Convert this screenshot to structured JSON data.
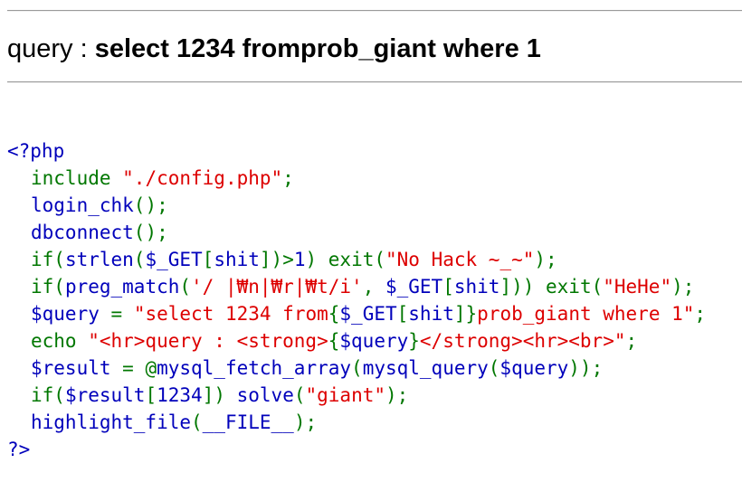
{
  "query_label": "query : ",
  "query_value": "select 1234 fromprob_giant where 1",
  "code_lines": [
    {
      "indent": false,
      "tokens": [
        {
          "t": "<?php",
          "c": "def"
        }
      ]
    },
    {
      "indent": true,
      "tokens": [
        {
          "t": "include ",
          "c": "kw"
        },
        {
          "t": "\"./config.php\"",
          "c": "str"
        },
        {
          "t": ";",
          "c": "kw"
        }
      ]
    },
    {
      "indent": true,
      "tokens": [
        {
          "t": "login_chk",
          "c": "def"
        },
        {
          "t": "();",
          "c": "kw"
        }
      ]
    },
    {
      "indent": true,
      "tokens": [
        {
          "t": "dbconnect",
          "c": "def"
        },
        {
          "t": "();",
          "c": "kw"
        }
      ]
    },
    {
      "indent": true,
      "tokens": [
        {
          "t": "if(",
          "c": "kw"
        },
        {
          "t": "strlen",
          "c": "def"
        },
        {
          "t": "(",
          "c": "kw"
        },
        {
          "t": "$_GET",
          "c": "def"
        },
        {
          "t": "[",
          "c": "kw"
        },
        {
          "t": "shit",
          "c": "def"
        },
        {
          "t": "])>",
          "c": "kw"
        },
        {
          "t": "1",
          "c": "def"
        },
        {
          "t": ") exit(",
          "c": "kw"
        },
        {
          "t": "\"No Hack ~_~\"",
          "c": "str"
        },
        {
          "t": ");",
          "c": "kw"
        }
      ]
    },
    {
      "indent": true,
      "tokens": [
        {
          "t": "if(",
          "c": "kw"
        },
        {
          "t": "preg_match",
          "c": "def"
        },
        {
          "t": "(",
          "c": "kw"
        },
        {
          "t": "'/ |₩n|₩r|₩t/i'",
          "c": "str"
        },
        {
          "t": ", ",
          "c": "kw"
        },
        {
          "t": "$_GET",
          "c": "def"
        },
        {
          "t": "[",
          "c": "kw"
        },
        {
          "t": "shit",
          "c": "def"
        },
        {
          "t": "])) exit(",
          "c": "kw"
        },
        {
          "t": "\"HeHe\"",
          "c": "str"
        },
        {
          "t": ");",
          "c": "kw"
        }
      ]
    },
    {
      "indent": true,
      "tokens": [
        {
          "t": "$query ",
          "c": "def"
        },
        {
          "t": "= ",
          "c": "kw"
        },
        {
          "t": "\"select 1234 from",
          "c": "str"
        },
        {
          "t": "{",
          "c": "kw"
        },
        {
          "t": "$_GET",
          "c": "def"
        },
        {
          "t": "[",
          "c": "kw"
        },
        {
          "t": "shit",
          "c": "def"
        },
        {
          "t": "]",
          "c": "kw"
        },
        {
          "t": "}",
          "c": "kw"
        },
        {
          "t": "prob_giant where 1\"",
          "c": "str"
        },
        {
          "t": ";",
          "c": "kw"
        }
      ]
    },
    {
      "indent": true,
      "tokens": [
        {
          "t": "echo ",
          "c": "kw"
        },
        {
          "t": "\"<hr>query : <strong>",
          "c": "str"
        },
        {
          "t": "{",
          "c": "kw"
        },
        {
          "t": "$query",
          "c": "def"
        },
        {
          "t": "}",
          "c": "kw"
        },
        {
          "t": "</strong><hr><br>\"",
          "c": "str"
        },
        {
          "t": ";",
          "c": "kw"
        }
      ]
    },
    {
      "indent": true,
      "tokens": [
        {
          "t": "$result ",
          "c": "def"
        },
        {
          "t": "= @",
          "c": "kw"
        },
        {
          "t": "mysql_fetch_array",
          "c": "def"
        },
        {
          "t": "(",
          "c": "kw"
        },
        {
          "t": "mysql_query",
          "c": "def"
        },
        {
          "t": "(",
          "c": "kw"
        },
        {
          "t": "$query",
          "c": "def"
        },
        {
          "t": "));",
          "c": "kw"
        }
      ]
    },
    {
      "indent": true,
      "tokens": [
        {
          "t": "if(",
          "c": "kw"
        },
        {
          "t": "$result",
          "c": "def"
        },
        {
          "t": "[",
          "c": "kw"
        },
        {
          "t": "1234",
          "c": "def"
        },
        {
          "t": "]) ",
          "c": "kw"
        },
        {
          "t": "solve",
          "c": "def"
        },
        {
          "t": "(",
          "c": "kw"
        },
        {
          "t": "\"giant\"",
          "c": "str"
        },
        {
          "t": ");",
          "c": "kw"
        }
      ]
    },
    {
      "indent": true,
      "tokens": [
        {
          "t": "highlight_file",
          "c": "def"
        },
        {
          "t": "(",
          "c": "kw"
        },
        {
          "t": "__FILE__",
          "c": "def"
        },
        {
          "t": ");",
          "c": "kw"
        }
      ]
    },
    {
      "indent": false,
      "tokens": [
        {
          "t": "?>",
          "c": "def"
        }
      ]
    }
  ],
  "colors": {
    "html": "#000000",
    "keyword": "#007700",
    "default": "#0000BB",
    "string": "#DD0000"
  }
}
